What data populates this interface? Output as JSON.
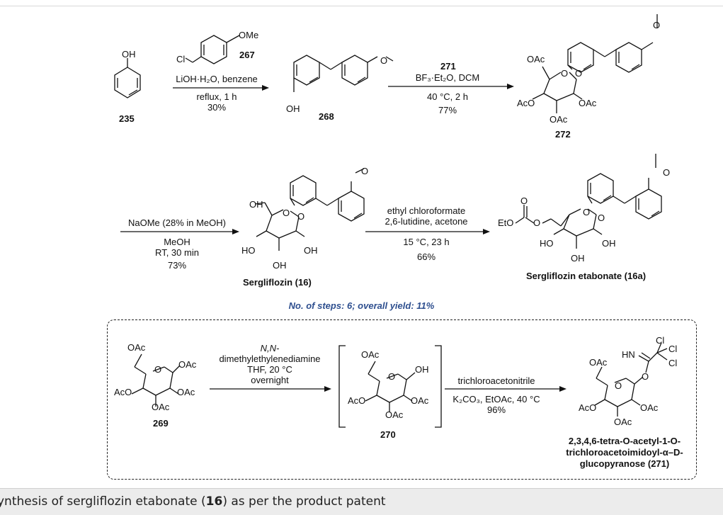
{
  "compounds": {
    "c235": "235",
    "c267": "267",
    "c268": "268",
    "c271_top": "271",
    "c272": "272",
    "sergliflozin": "Sergliflozin (16)",
    "etabonate": "Sergliflozin etabonate (16a)",
    "c269": "269",
    "c270": "270",
    "product271": [
      "2,3,4,6-tetra-O-acetyl-1-O-",
      "trichloroacetoimidoyl-α–D-",
      "glucopyranose (271)"
    ]
  },
  "atoms": {
    "oh": "OH",
    "ome": "OMe",
    "cl": "Cl",
    "o": "O",
    "oac": "OAc",
    "aco": "AcO",
    "ho": "HO",
    "eto": "EtO",
    "hn": "HN",
    "cl2": "Cl",
    "cl3": "Cl"
  },
  "conditions": {
    "step1": [
      "LiOH·H₂O, benzene",
      "reflux, 1 h",
      "30%"
    ],
    "step2": [
      "BF₃·Et₂O, DCM",
      "40 °C, 2 h",
      "77%"
    ],
    "step3": [
      "NaOMe (28% in MeOH)",
      "MeOH",
      "RT, 30 min",
      "73%"
    ],
    "step4": [
      "ethyl chloroformate",
      "2,6-lutidine, acetone",
      "15 °C, 23 h",
      "66%"
    ],
    "step5": [
      "N,N-",
      "dimethylethylenediamine",
      "THF, 20 °C",
      "overnight"
    ],
    "step6": [
      "trichloroacetonitrile",
      "K₂CO₃, EtOAc, 40 °C",
      "96%"
    ]
  },
  "summary": "No. of steps: 6; overall yield: 11%",
  "caption": {
    "prefix": "ynthesis of sergliflozin etabonate (",
    "bold": "16",
    "suffix": ") as per the product patent"
  }
}
